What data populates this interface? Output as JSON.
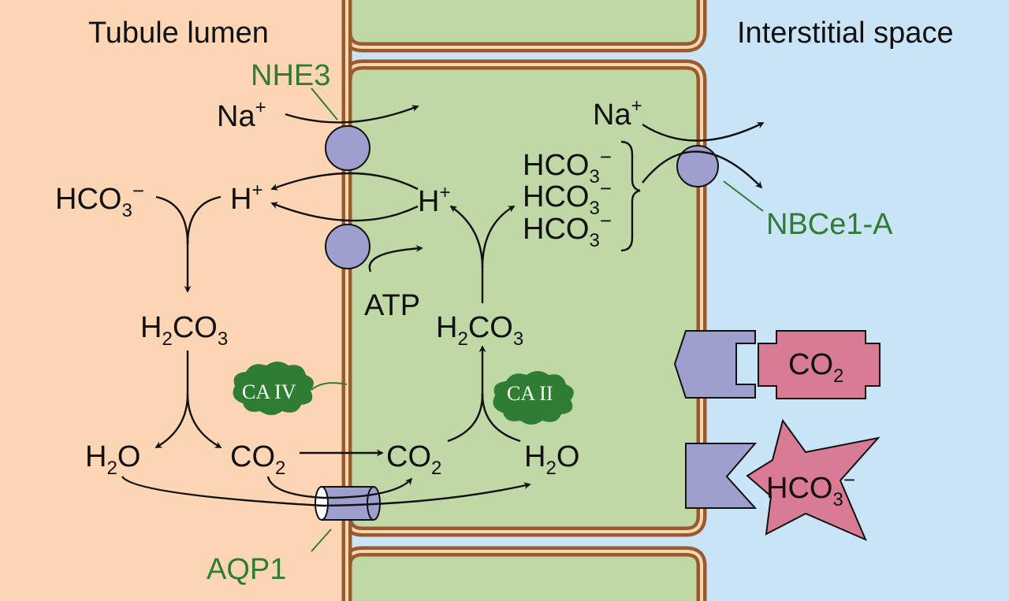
{
  "regions": {
    "lumen_title": "Tubule lumen",
    "interstitial_title": "Interstitial space"
  },
  "colors": {
    "lumen": "#fcd6b4",
    "cell": "#bfd8a6",
    "interstitium": "#c9e4f6",
    "membrane": "#9a5a2b",
    "transporter": "#9e9ecf",
    "enzyme": "#2e7d32",
    "receptor_ligand": "#d97b95",
    "label_green": "#2f7d32"
  },
  "transporters": {
    "nhe3": "NHE3",
    "nbce1a": "NBCe1-A",
    "aqp1": "AQP1"
  },
  "enzymes": {
    "ca_iv": "CA IV",
    "ca_ii": "CA II"
  },
  "lumen_species": {
    "na": "Na",
    "na_charge": "+",
    "h": "H",
    "h_charge": "+",
    "hco3_a": "HCO",
    "hco3_b": "3",
    "hco3_c": "−",
    "h2co3_a": "H",
    "h2co3_b": "2",
    "h2co3_c": "CO",
    "h2co3_d": "3",
    "h2o_a": "H",
    "h2o_b": "2",
    "h2o_c": "O",
    "co2_a": "CO",
    "co2_b": "2"
  },
  "cell_species": {
    "h": "H",
    "h_charge": "+",
    "atp": "ATP",
    "h2co3_a": "H",
    "h2co3_b": "2",
    "h2co3_c": "CO",
    "h2co3_d": "3",
    "co2_a": "CO",
    "co2_b": "2",
    "h2o_a": "H",
    "h2o_b": "2",
    "h2o_c": "O",
    "hco3_stack": [
      {
        "a": "HCO",
        "b": "3",
        "c": "−"
      },
      {
        "a": "HCO",
        "b": "3",
        "c": "−"
      },
      {
        "a": "HCO",
        "b": "3",
        "c": "−"
      }
    ]
  },
  "interstitial_species": {
    "na": "Na",
    "na_charge": "+",
    "co2_a": "CO",
    "co2_b": "2",
    "hco3_a": "HCO",
    "hco3_b": "3",
    "hco3_c": "−"
  }
}
